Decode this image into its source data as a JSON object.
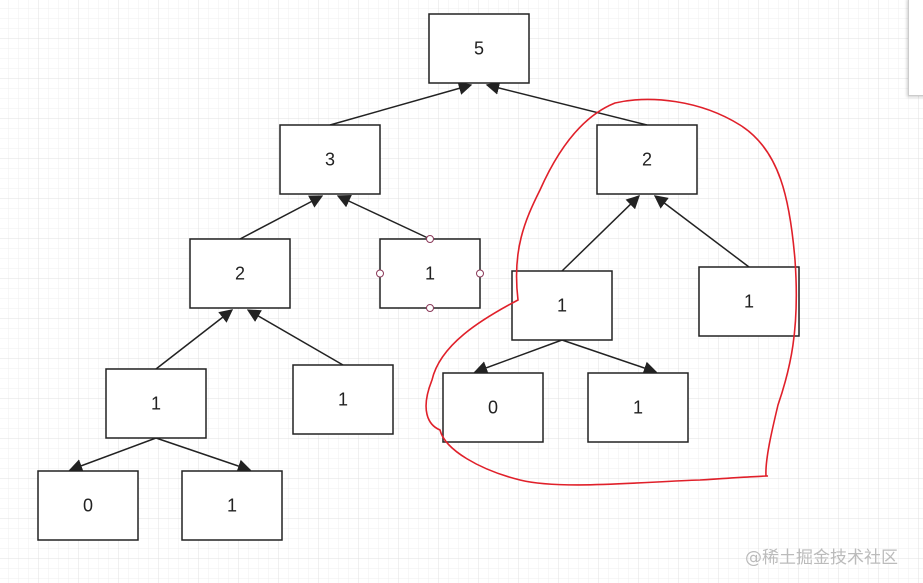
{
  "diagram": {
    "nodes": [
      {
        "id": "root",
        "label": "5"
      },
      {
        "id": "l",
        "label": "3"
      },
      {
        "id": "r",
        "label": "2"
      },
      {
        "id": "ll",
        "label": "2"
      },
      {
        "id": "lr",
        "label": "1"
      },
      {
        "id": "rl",
        "label": "1"
      },
      {
        "id": "rr",
        "label": "1"
      },
      {
        "id": "lll",
        "label": "1"
      },
      {
        "id": "llr",
        "label": "1"
      },
      {
        "id": "rll",
        "label": "0"
      },
      {
        "id": "rlr",
        "label": "1"
      },
      {
        "id": "llll",
        "label": "0"
      },
      {
        "id": "lllr",
        "label": "1"
      }
    ],
    "edges": [
      [
        "l",
        "root"
      ],
      [
        "r",
        "root"
      ],
      [
        "ll",
        "l"
      ],
      [
        "lr",
        "l"
      ],
      [
        "rl",
        "r"
      ],
      [
        "rr",
        "r"
      ],
      [
        "lll",
        "ll"
      ],
      [
        "llr",
        "ll"
      ],
      [
        "rl",
        "rll"
      ],
      [
        "rl",
        "rlr"
      ],
      [
        "lll",
        "llll"
      ],
      [
        "lll",
        "lllr"
      ]
    ],
    "selected_node": "lr",
    "highlight_color": "#e0202a"
  },
  "watermark": "@稀土掘金技术社区"
}
